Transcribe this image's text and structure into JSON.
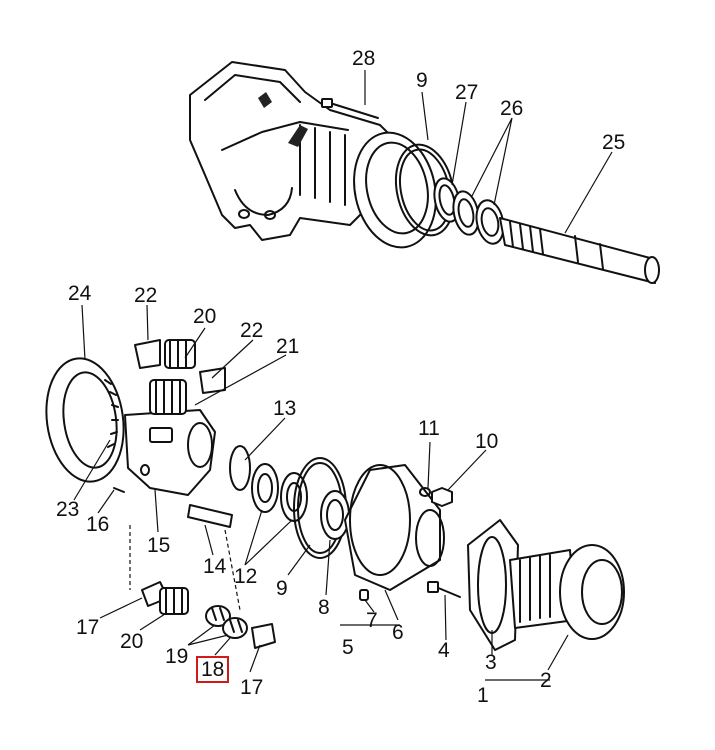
{
  "highlight_color": "#d11a1a",
  "callouts": {
    "c28": "28",
    "c9a": "9",
    "c27": "27",
    "c26": "26",
    "c25": "25",
    "c24": "24",
    "c22a": "22",
    "c20a": "20",
    "c22b": "22",
    "c21": "21",
    "c13": "13",
    "c11": "11",
    "c10": "10",
    "c23": "23",
    "c16": "16",
    "c15": "15",
    "c14": "14",
    "c12": "12",
    "c9b": "9",
    "c8": "8",
    "c7": "7",
    "c6": "6",
    "c5": "5",
    "c4": "4",
    "c3": "3",
    "c2": "2",
    "c1": "1",
    "c17a": "17",
    "c20b": "20",
    "c19": "19",
    "c18": "18",
    "c17b": "17"
  },
  "highlighted_callout": "18"
}
